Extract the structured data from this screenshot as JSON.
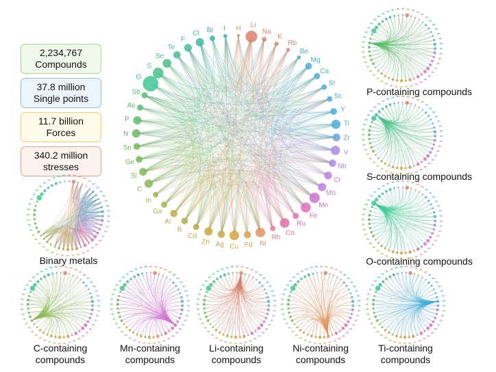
{
  "stats": [
    {
      "value": "2,234,767",
      "label": "Compounds",
      "border": "#a8d48c",
      "fill": "#f1f9ec"
    },
    {
      "value": "37.8 million",
      "label": "Single points",
      "border": "#8dbde0",
      "fill": "#edf5fc"
    },
    {
      "value": "11.7 billion",
      "label": "Forces",
      "border": "#f1cf6b",
      "fill": "#fffaea"
    },
    {
      "value": "340.2 million",
      "label": "stresses",
      "border": "#e6a285",
      "fill": "#fdf3ee"
    }
  ],
  "elements": [
    {
      "sym": "H",
      "color": "#d9836c",
      "size": 0.05
    },
    {
      "sym": "Li",
      "color": "#d9836c",
      "size": 0.9
    },
    {
      "sym": "Na",
      "color": "#d9836c",
      "size": 0.15
    },
    {
      "sym": "K",
      "color": "#d9836c",
      "size": 0.12
    },
    {
      "sym": "Rb",
      "color": "#d9836c",
      "size": 0.1
    },
    {
      "sym": "Be",
      "color": "#48aed6",
      "size": 0.1
    },
    {
      "sym": "Mg",
      "color": "#48aed6",
      "size": 0.3
    },
    {
      "sym": "Ca",
      "color": "#48aed6",
      "size": 0.25
    },
    {
      "sym": "Sr",
      "color": "#48aed6",
      "size": 0.2
    },
    {
      "sym": "Sc",
      "color": "#48aed6",
      "size": 0.2
    },
    {
      "sym": "Y",
      "color": "#48aed6",
      "size": 0.3
    },
    {
      "sym": "Ti",
      "color": "#48aed6",
      "size": 0.55
    },
    {
      "sym": "Zr",
      "color": "#6aa2de",
      "size": 0.4
    },
    {
      "sym": "V",
      "color": "#a78be2",
      "size": 0.55
    },
    {
      "sym": "Nb",
      "color": "#a78be2",
      "size": 0.35
    },
    {
      "sym": "Cr",
      "color": "#c17fdd",
      "size": 0.4
    },
    {
      "sym": "Mo",
      "color": "#c17fdd",
      "size": 0.45
    },
    {
      "sym": "Mn",
      "color": "#d070cf",
      "size": 0.7
    },
    {
      "sym": "Fe",
      "color": "#e06dbb",
      "size": 0.65
    },
    {
      "sym": "Ru",
      "color": "#e06dbb",
      "size": 0.25
    },
    {
      "sym": "Co",
      "color": "#e06fa2",
      "size": 0.6
    },
    {
      "sym": "Rh",
      "color": "#e6799a",
      "size": 0.2
    },
    {
      "sym": "Ni",
      "color": "#e1925f",
      "size": 0.6
    },
    {
      "sym": "Pd",
      "color": "#d9a44b",
      "size": 0.35
    },
    {
      "sym": "Cu",
      "color": "#d4a53d",
      "size": 0.6
    },
    {
      "sym": "Ag",
      "color": "#c9a847",
      "size": 0.35
    },
    {
      "sym": "Zn",
      "color": "#c9a847",
      "size": 0.45
    },
    {
      "sym": "Cd",
      "color": "#b8a84b",
      "size": 0.25
    },
    {
      "sym": "B",
      "color": "#b5ad4b",
      "size": 0.3
    },
    {
      "sym": "Al",
      "color": "#b5ad4b",
      "size": 0.35
    },
    {
      "sym": "Ga",
      "color": "#aab04c",
      "size": 0.25
    },
    {
      "sym": "In",
      "color": "#9fb34d",
      "size": 0.2
    },
    {
      "sym": "C",
      "color": "#8bb852",
      "size": 0.45
    },
    {
      "sym": "Si",
      "color": "#80b854",
      "size": 0.4
    },
    {
      "sym": "Ge",
      "color": "#73b85a",
      "size": 0.3
    },
    {
      "sym": "Sn",
      "color": "#70b85e",
      "size": 0.3
    },
    {
      "sym": "N",
      "color": "#67ba63",
      "size": 0.45
    },
    {
      "sym": "P",
      "color": "#5fbc6c",
      "size": 0.45
    },
    {
      "sym": "As",
      "color": "#57bd72",
      "size": 0.25
    },
    {
      "sym": "Sb",
      "color": "#57bd72",
      "size": 0.25
    },
    {
      "sym": "O",
      "color": "#3fc795",
      "size": 1.6
    },
    {
      "sym": "S",
      "color": "#49c38a",
      "size": 0.75
    },
    {
      "sym": "Se",
      "color": "#4bc08a",
      "size": 0.5
    },
    {
      "sym": "Te",
      "color": "#49be92",
      "size": 0.35
    },
    {
      "sym": "F",
      "color": "#4abe9d",
      "size": 0.4
    },
    {
      "sym": "Cl",
      "color": "#3fb9a2",
      "size": 0.45
    },
    {
      "sym": "Br",
      "color": "#3fb3a5",
      "size": 0.2
    },
    {
      "sym": "I",
      "color": "#3fb3a5",
      "size": 0.1
    }
  ],
  "subplots": [
    {
      "id": "binary",
      "label": "Binary metals",
      "focus": "",
      "lines": [
        "Binary metals"
      ]
    },
    {
      "id": "P",
      "label": "P-containing compounds",
      "focus": "P",
      "lines": [
        "P-containing compounds"
      ]
    },
    {
      "id": "S",
      "label": "S-containing compounds",
      "focus": "S",
      "lines": [
        "S-containing compounds"
      ]
    },
    {
      "id": "O",
      "label": "O-containing compounds",
      "focus": "O",
      "lines": [
        "O-containing compounds"
      ]
    },
    {
      "id": "C",
      "label": "C-containing compounds",
      "focus": "C",
      "lines": [
        "C-containing",
        "compounds"
      ]
    },
    {
      "id": "Mn",
      "label": "Mn-containing compounds",
      "focus": "Mn",
      "lines": [
        "Mn-containing",
        "compounds"
      ]
    },
    {
      "id": "Li",
      "label": "Li-containing compounds",
      "focus": "Li",
      "lines": [
        "Li-containing",
        "compounds"
      ]
    },
    {
      "id": "Ni",
      "label": "Ni-containing compounds",
      "focus": "Ni",
      "lines": [
        "Ni-containing",
        "compounds"
      ]
    },
    {
      "id": "Ti",
      "label": "Ti-containing compounds",
      "focus": "Ti",
      "lines": [
        "Ti-containing",
        "compounds"
      ]
    }
  ],
  "colors": {
    "text": "#111111"
  }
}
